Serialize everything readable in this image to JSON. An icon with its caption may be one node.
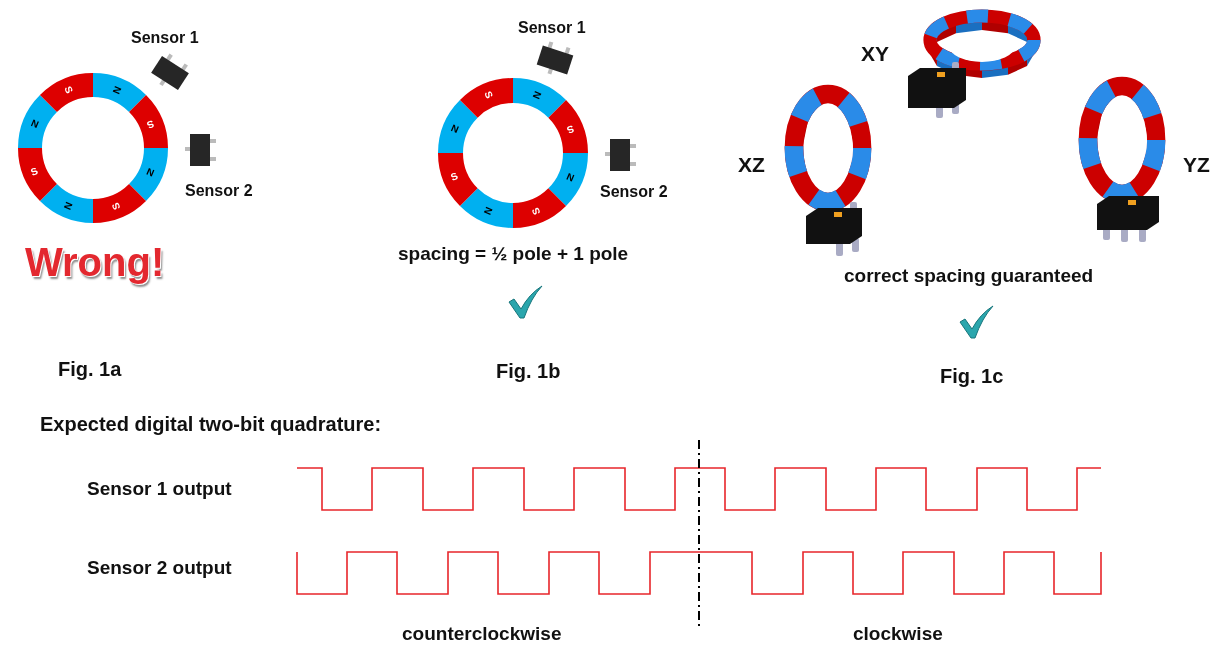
{
  "diagram": {
    "labels": [
      "Sensor 1",
      "Sensor 1",
      "XY",
      "N",
      "S",
      "N",
      "S",
      "N",
      "S",
      "N",
      "S",
      "N",
      "S",
      "N",
      "S",
      "N",
      "S",
      "N",
      "S",
      "Sensor 2",
      "XZ",
      "YZ",
      "Sensor 2",
      "Wrong!",
      "spacing = ½ pole + 1 pole",
      "correct spacing guaranteed",
      "Fig. 1a",
      "Fig. 1b",
      "Fig. 1c",
      "Expected digital two-bit quadrature:",
      "Sensor 1 output",
      "Sensor 2 output",
      "counterclockwise",
      "clockwise"
    ]
  }
}
